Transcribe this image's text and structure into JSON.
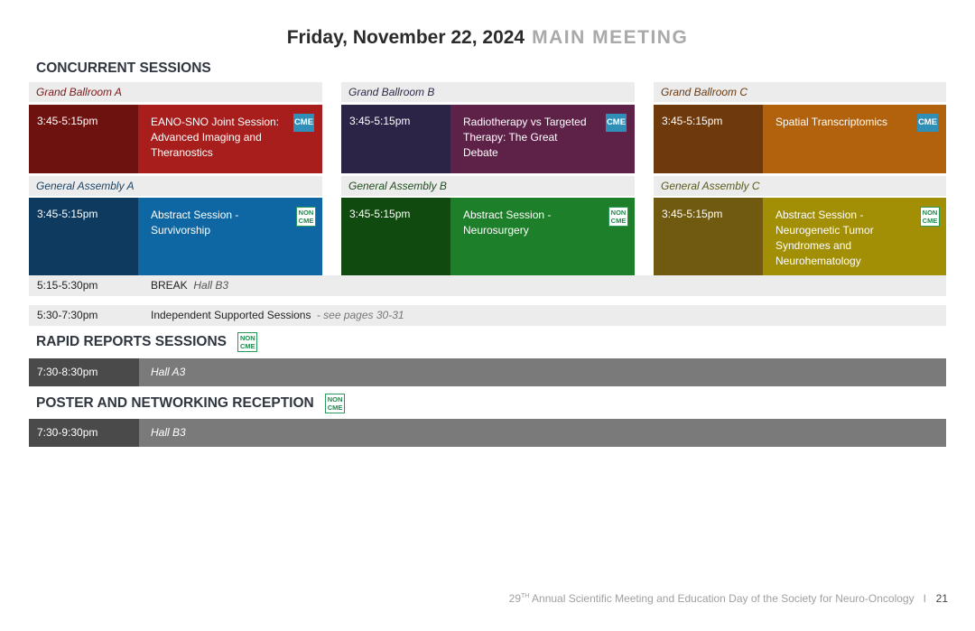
{
  "header": {
    "title": "Friday, November 22, 2024",
    "subtitle": "MAIN MEETING"
  },
  "concurrent": {
    "heading": "CONCURRENT SESSIONS",
    "columns": [
      {
        "room_top": "Grand Ballroom A",
        "room_top_color": "#7a1a1a",
        "top_time": "3:45-5:15pm",
        "top_title": "EANO-SNO Joint Session: Advanced Imaging and Theranostics",
        "top_badge": "CME",
        "top_dark": "#6e1210",
        "top_light": "#a81e1c",
        "room_bottom": "General Assembly A",
        "room_bottom_color": "#1c4466",
        "bottom_time": "3:45-5:15pm",
        "bottom_title": "Abstract Session - Survivorship",
        "bottom_badge": [
          "NON",
          "CME"
        ],
        "bottom_dark": "#0d3a5e",
        "bottom_light": "#0e67a3"
      },
      {
        "room_top": "Grand Ballroom B",
        "room_top_color": "#2f2a48",
        "top_time": "3:45-5:15pm",
        "top_title": "Radiotherapy vs Targeted Therapy: The Great Debate",
        "top_badge": "CME",
        "top_dark": "#2c2446",
        "top_light": "#5e2148",
        "room_bottom": "General Assembly B",
        "room_bottom_color": "#1e4d1e",
        "bottom_time": "3:45-5:15pm",
        "bottom_title": "Abstract Session - Neurosurgery",
        "bottom_badge": [
          "NON",
          "CME"
        ],
        "bottom_dark": "#114a0e",
        "bottom_light": "#1d7f2a"
      },
      {
        "room_top": "Grand Ballroom C",
        "room_top_color": "#6a3b12",
        "top_time": "3:45-5:15pm",
        "top_title": "Spatial Transcriptomics",
        "top_badge": "CME",
        "top_dark": "#6e3a0c",
        "top_light": "#b2620c",
        "room_bottom": "General Assembly C",
        "room_bottom_color": "#5a5a1c",
        "bottom_time": "3:45-5:15pm",
        "bottom_title": "Abstract Session - Neurogenetic Tumor Syndromes and Neurohematology",
        "bottom_badge": [
          "NON",
          "CME"
        ],
        "bottom_dark": "#6f5a10",
        "bottom_light": "#a28f05"
      }
    ]
  },
  "break_row": {
    "time": "5:15-5:30pm",
    "label": "BREAK",
    "location": "Hall B3"
  },
  "independent_row": {
    "time": "5:30-7:30pm",
    "label": "Independent Supported Sessions",
    "note": "- see pages 30-31"
  },
  "rapid": {
    "heading": "RAPID REPORTS SESSIONS",
    "badge": [
      "NON",
      "CME"
    ],
    "time": "7:30-8:30pm",
    "location": "Hall A3"
  },
  "poster": {
    "heading": "POSTER AND NETWORKING RECEPTION",
    "badge": [
      "NON",
      "CME"
    ],
    "time": "7:30-9:30pm",
    "location": "Hall B3"
  },
  "footer": {
    "ordinal": "29",
    "ordinal_suffix": "TH",
    "text": "Annual Scientific Meeting and Education Day of the Society for Neuro-Oncology",
    "separator": "I",
    "page": "21"
  }
}
